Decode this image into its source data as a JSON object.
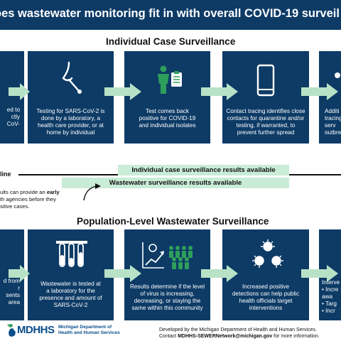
{
  "header": {
    "title": "oes wastewater monitoring fit in with overall COVID-19 surveil"
  },
  "individual": {
    "heading": "Individual Case Surveillance",
    "steps": [
      {
        "text": "ed to\nctly\nCoV-"
      },
      {
        "text": "Testing for SARS-CoV-2 is\ndone by a laboratory, a\nhealth care provider, or at\nhome by individual"
      },
      {
        "text": "Test comes back\npositive for COVID-19\nand individual isolates"
      },
      {
        "text": "Contact tracing identifies close\ncontacts for quarantine and/or\ntesting, if warranted, to\nprevent further spread"
      },
      {
        "text": "Additi\ntracing\nserv\noutbre"
      }
    ]
  },
  "timeline": {
    "label": "line",
    "individual_result": "Individual case surveillance results available",
    "wastewater_result": "Wastewater surveillance results available",
    "note_prefix": "ults can provide an ",
    "note_bold": "early",
    "note_rest": "th agencies before they\nsitive cases."
  },
  "population": {
    "heading": "Population-Level Wastewater Surveillance",
    "steps": [
      {
        "text": "d from\nr\nsents\narea"
      },
      {
        "text": "Wastewater is tested at\na laboratory for the\npresence and amount of\nSARS-CoV-2"
      },
      {
        "text": "Results determine if the level\nof virus is increasing,\ndecreasing, or staying the\nsame within this community"
      },
      {
        "text": "Increased positive\ndetections can help public\nhealth officials target\ninterventions"
      },
      {
        "text": "Interve\n•  Incre\n    awa\n•  Targ\n•  Incr"
      }
    ]
  },
  "footer": {
    "logo_text": "MDHHS",
    "dept_line1": "Michigan Department of",
    "dept_line2": "Health and Human Services",
    "credit_line1": "Developed by the Michigan Department of Health and Human Services.",
    "credit_contact_prefix": "Contact ",
    "credit_email": "MDHHS-SEWERNetwork@michigan.gov",
    "credit_contact_suffix": " for more information."
  },
  "colors": {
    "navy": "#0d3b66",
    "arrow_green": "#b8e2c6",
    "result_bar": "#c9ecd6",
    "icon_green": "#2e9e5b",
    "logo_blue": "#0b4f8a"
  },
  "icons": [
    "nasal-swab-icon",
    "clipboard-person-icon",
    "smartphone-icon",
    "test-tubes-icon",
    "virus-level-chart-icon",
    "virus-cluster-icon",
    "michigan-map-icon"
  ]
}
